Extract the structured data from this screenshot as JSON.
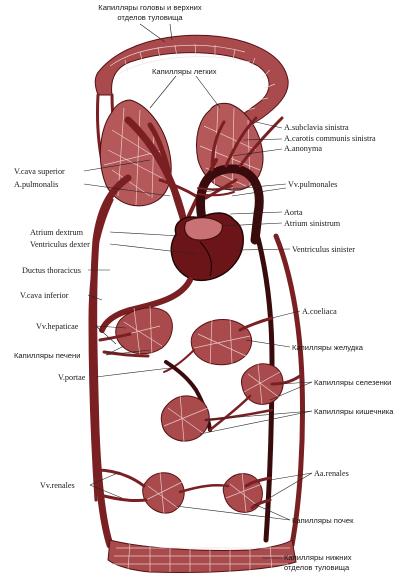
{
  "labels": {
    "cap_head_top": "Капилляры головы и верхних",
    "cap_head_bottom": "отделов туловища",
    "cap_lungs": "Капилляры легких",
    "a_subclavia": "A.subclavia sinistra",
    "a_carotis": "A.carotis communis sinistra",
    "a_anonyma": "A.anonyma",
    "v_cava_superior": "V.cava superior",
    "a_pulmonalis": "A.pulmonalis",
    "vv_pulmonales": "Vv.pulmonales",
    "aorta": "Aorta",
    "atrium_sinistrum": "Atrium sinistrum",
    "atrium_dextrum": "Atrium dextrum",
    "ventriculus_dexter": "Ventriculus dexter",
    "ventriculus_sinister": "Ventriculus sinister",
    "ductus_thoracicus": "Ductus thoracicus",
    "v_cava_inferior": "V.cava inferior",
    "a_coeliaca": "A.coeliaca",
    "vv_hepaticae": "Vv.hepaticae",
    "cap_stomach": "Капилляры желудка",
    "cap_liver": "Капилляры печени",
    "v_portae": "V.portae",
    "cap_spleen": "Капилляры селезенки",
    "cap_intestine": "Капилляры кишечника",
    "aa_renales": "Aa.renales",
    "vv_renales": "Vv.renales",
    "cap_kidney": "Капилляры почек",
    "cap_lower_top": "Капилляры нижних",
    "cap_lower_bottom": "отделов туловища"
  },
  "colors": {
    "vessel": "#7a1f22",
    "vessel_dark": "#3a0b0d",
    "capillary": "#a94a4c",
    "heart": "#6b1518",
    "text": "#1a1a1a",
    "background": "#ffffff"
  }
}
